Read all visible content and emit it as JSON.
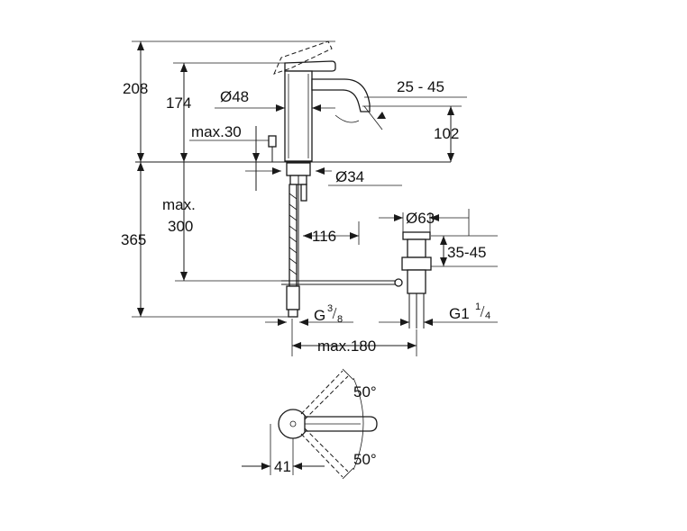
{
  "front_view": {
    "dim_total_height": "208",
    "dim_spout_height": "174",
    "dim_body_diameter": "Ø48",
    "dim_max_deck": "max.30",
    "dim_spout_angle": "25 - 45",
    "dim_outlet_height": "102",
    "dim_hole_diameter": "Ø34",
    "dim_below_deck_total": "365",
    "dim_below_deck_max_line1": "max.",
    "dim_below_deck_max_line2": "300",
    "dim_offset": "116",
    "dim_connection_prefix": "G",
    "dim_connection_numerator": "3",
    "dim_connection_denominator": "8",
    "dim_max_reach": "max.180"
  },
  "waste": {
    "dim_plug_diameter": "Ø63",
    "dim_drain_range": "35-45",
    "dim_thread_prefix": "G1",
    "dim_thread_numerator": "1",
    "dim_thread_denominator": "4"
  },
  "top_view": {
    "dim_swivel_angle_top": "50°",
    "dim_swivel_angle_bottom": "50°",
    "dim_center_offset": "41"
  }
}
